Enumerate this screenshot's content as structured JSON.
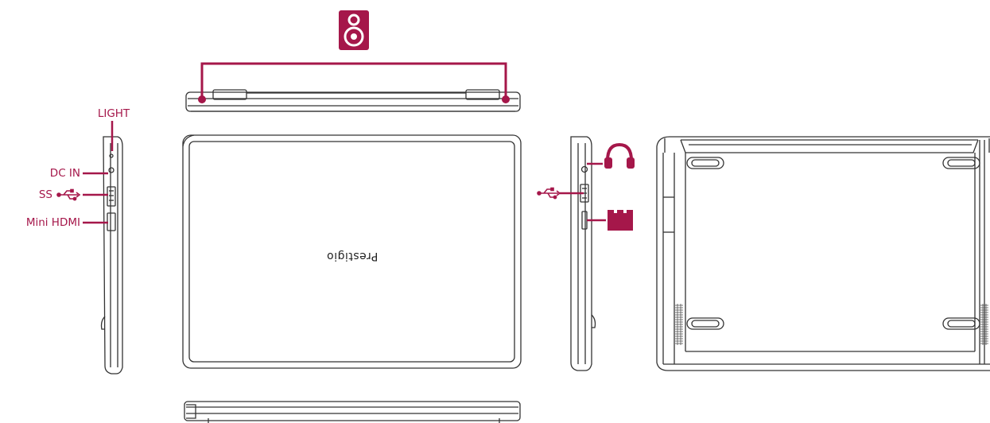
{
  "colors": {
    "accent": "#a5174a",
    "line": "#333333",
    "fill": "#ffffff"
  },
  "labels": {
    "light": "LIGHT",
    "dc_in": "DC IN",
    "ss": "SS",
    "mini_hdmi": "Mini  HDMI"
  },
  "brand": "Prestigio",
  "icons": {
    "speaker": "speaker-icon",
    "usb_left": "usb-icon",
    "usb_right": "usb-icon",
    "headphones": "headphones-icon",
    "sd_card": "micro-sd-card-icon"
  }
}
